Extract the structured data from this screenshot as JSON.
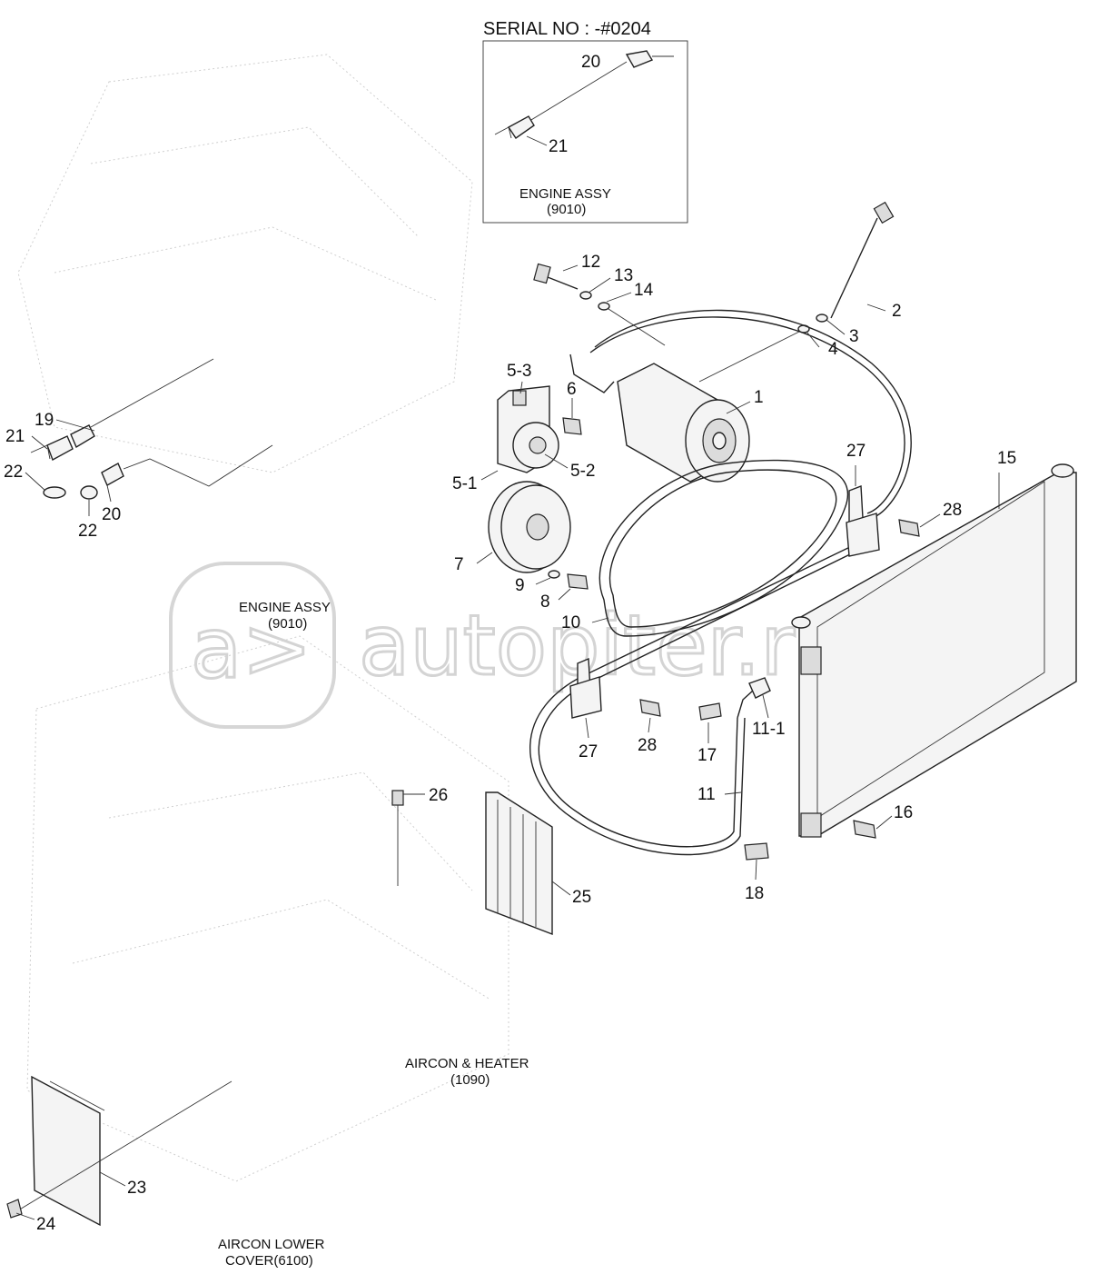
{
  "inset": {
    "title": "SERIAL NO : -#0204",
    "ref_line1": "ENGINE ASSY",
    "ref_line2": "(9010)"
  },
  "references": {
    "engine": {
      "line1": "ENGINE ASSY",
      "line2": "(9010)"
    },
    "aircon_heater": {
      "line1": "AIRCON & HEATER",
      "line2": "(1090)"
    },
    "aircon_lower_cover": {
      "line1": "AIRCON LOWER",
      "line2": "COVER(6100)"
    }
  },
  "watermark": {
    "text": "autopiter.ru"
  },
  "parts": {
    "p1": "1",
    "p2": "2",
    "p3": "3",
    "p4": "4",
    "p5_1": "5-1",
    "p5_2": "5-2",
    "p5_3": "5-3",
    "p6": "6",
    "p7": "7",
    "p8": "8",
    "p9": "9",
    "p10": "10",
    "p11": "11",
    "p11_1": "11-1",
    "p12": "12",
    "p13": "13",
    "p14": "14",
    "p15": "15",
    "p16": "16",
    "p17": "17",
    "p18": "18",
    "p19": "19",
    "p20": "20",
    "p21": "21",
    "p22": "22",
    "p23": "23",
    "p24": "24",
    "p25": "25",
    "p26": "26",
    "p27": "27",
    "p28": "28"
  }
}
